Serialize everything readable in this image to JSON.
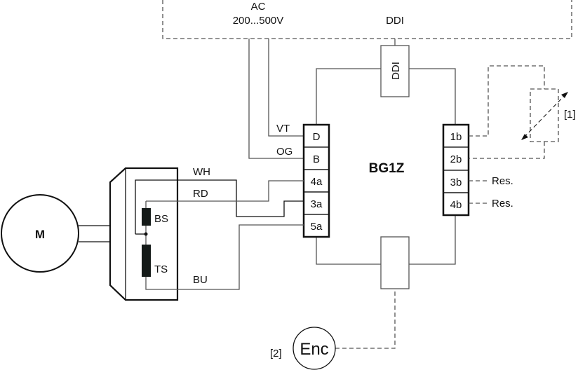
{
  "supply": {
    "label": "AC",
    "voltage": "200...500V"
  },
  "ddi": {
    "top_label": "DDI",
    "box_label": "DDI"
  },
  "unit": {
    "name": "BG1Z"
  },
  "left_terminals": [
    "D",
    "B",
    "4a",
    "3a",
    "5a"
  ],
  "right_terminals": [
    "1b",
    "2b",
    "3b",
    "4b"
  ],
  "wire_labels": {
    "vt": "VT",
    "og": "OG",
    "wh": "WH",
    "rd": "RD",
    "bu": "BU"
  },
  "motor": {
    "label": "M",
    "bs": "BS",
    "ts": "TS"
  },
  "reserved": [
    "Res.",
    "Res."
  ],
  "notes": {
    "potentiometer": "[1]",
    "encoder": "[2]"
  },
  "encoder": {
    "label": "Enc"
  }
}
